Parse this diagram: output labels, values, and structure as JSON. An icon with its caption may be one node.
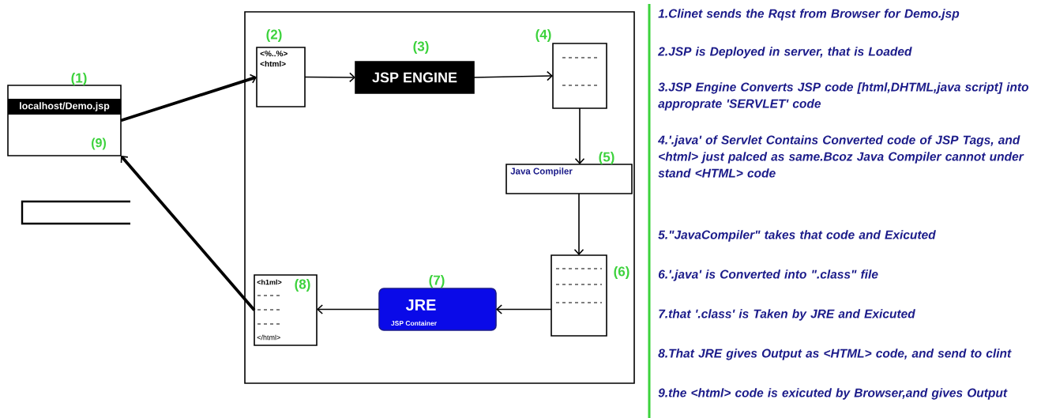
{
  "diagram": {
    "nodes": [
      {
        "text": [],
        "shape": "box"
      },
      {
        "text": [
          "localhost/Demo.jsp",
          "(9)"
        ],
        "beside": [
          "(1)"
        ]
      },
      {
        "text": [
          "<%..%> <html>"
        ],
        "in": 0,
        "beside": [
          "(2)"
        ]
      },
      {
        "text": [
          "JSP ENGINE"
        ],
        "in": 0,
        "beside": [
          "(3)"
        ]
      },
      {
        "text": [],
        "shape": "box",
        "in": 0,
        "beside": [
          "(4)"
        ]
      },
      {
        "text": [
          "Java Compiler"
        ],
        "in": 0,
        "beside": [
          "(5)"
        ]
      },
      {
        "text": [],
        "shape": "box",
        "in": 0,
        "beside": [
          "(6)"
        ]
      },
      {
        "text": [
          "JRE",
          "JSP Container"
        ],
        "in": 0,
        "beside": [
          "(7)"
        ]
      },
      {
        "text": [
          "<h1ml>",
          "(8)",
          "</html>"
        ],
        "in": 0
      }
    ],
    "edges": [
      {
        "from": 1,
        "to": 2,
        "arrow": "to",
        "style": "thick"
      },
      {
        "from": 2,
        "to": 3,
        "arrow": "to"
      },
      {
        "from": 3,
        "to": 4,
        "arrow": "to"
      },
      {
        "from": 4,
        "to": 5,
        "arrow": "to"
      },
      {
        "from": 5,
        "to": 6,
        "arrow": "to"
      },
      {
        "from": 6,
        "to": 7,
        "arrow": "to"
      },
      {
        "from": 7,
        "to": 8,
        "arrow": "to"
      },
      {
        "from": 8,
        "to": 1,
        "arrow": "to",
        "style": "thick"
      }
    ],
    "labels": [
      "1.Clinet sends the Rqst from Browser for Demo.jsp",
      "2.JSP is Deployed in server, that is Loaded",
      "3.JSP Engine Converts JSP code [html,DHTML,java script] into approprate 'SERVLET' code",
      "4.'.java' of Servlet Contains Converted code of JSP Tags, and <html> just palced as same.Bcoz Java Compiler cannot under stand <HTML> code",
      "5.\"JavaCompiler\" takes that code and Exicuted",
      "6.'.java' is Converted into \".class\" file",
      "7.that '.class' is Taken by JRE and Exicuted",
      "8.That JRE gives Output as <HTML> code, and send to clint",
      "9.the <html> code is exicuted by Browser,and gives Output"
    ]
  }
}
